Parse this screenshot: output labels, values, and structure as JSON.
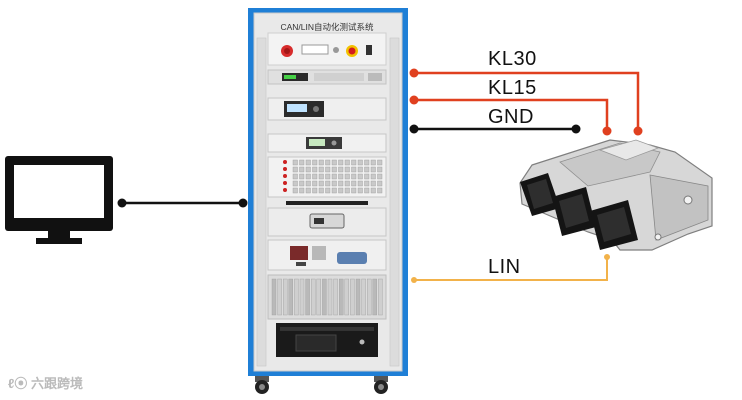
{
  "cabinet": {
    "title": "CAN/LIN自动化测试系统"
  },
  "wires": {
    "kl30": {
      "label": "KL30",
      "color": "#e0401f"
    },
    "kl15": {
      "label": "KL15",
      "color": "#e0401f"
    },
    "gnd": {
      "label": "GND",
      "color": "#111111"
    },
    "lin": {
      "label": "LIN",
      "color": "#f2b24a"
    },
    "pc_link": {
      "color": "#111111"
    }
  },
  "watermark": {
    "text": "六跟跨境"
  },
  "colors": {
    "cabinet_frame": "#1f7fd6",
    "cabinet_inner": "#e9e9e9",
    "monitor": "#111111",
    "ecu_body": "#d8d8d8"
  }
}
